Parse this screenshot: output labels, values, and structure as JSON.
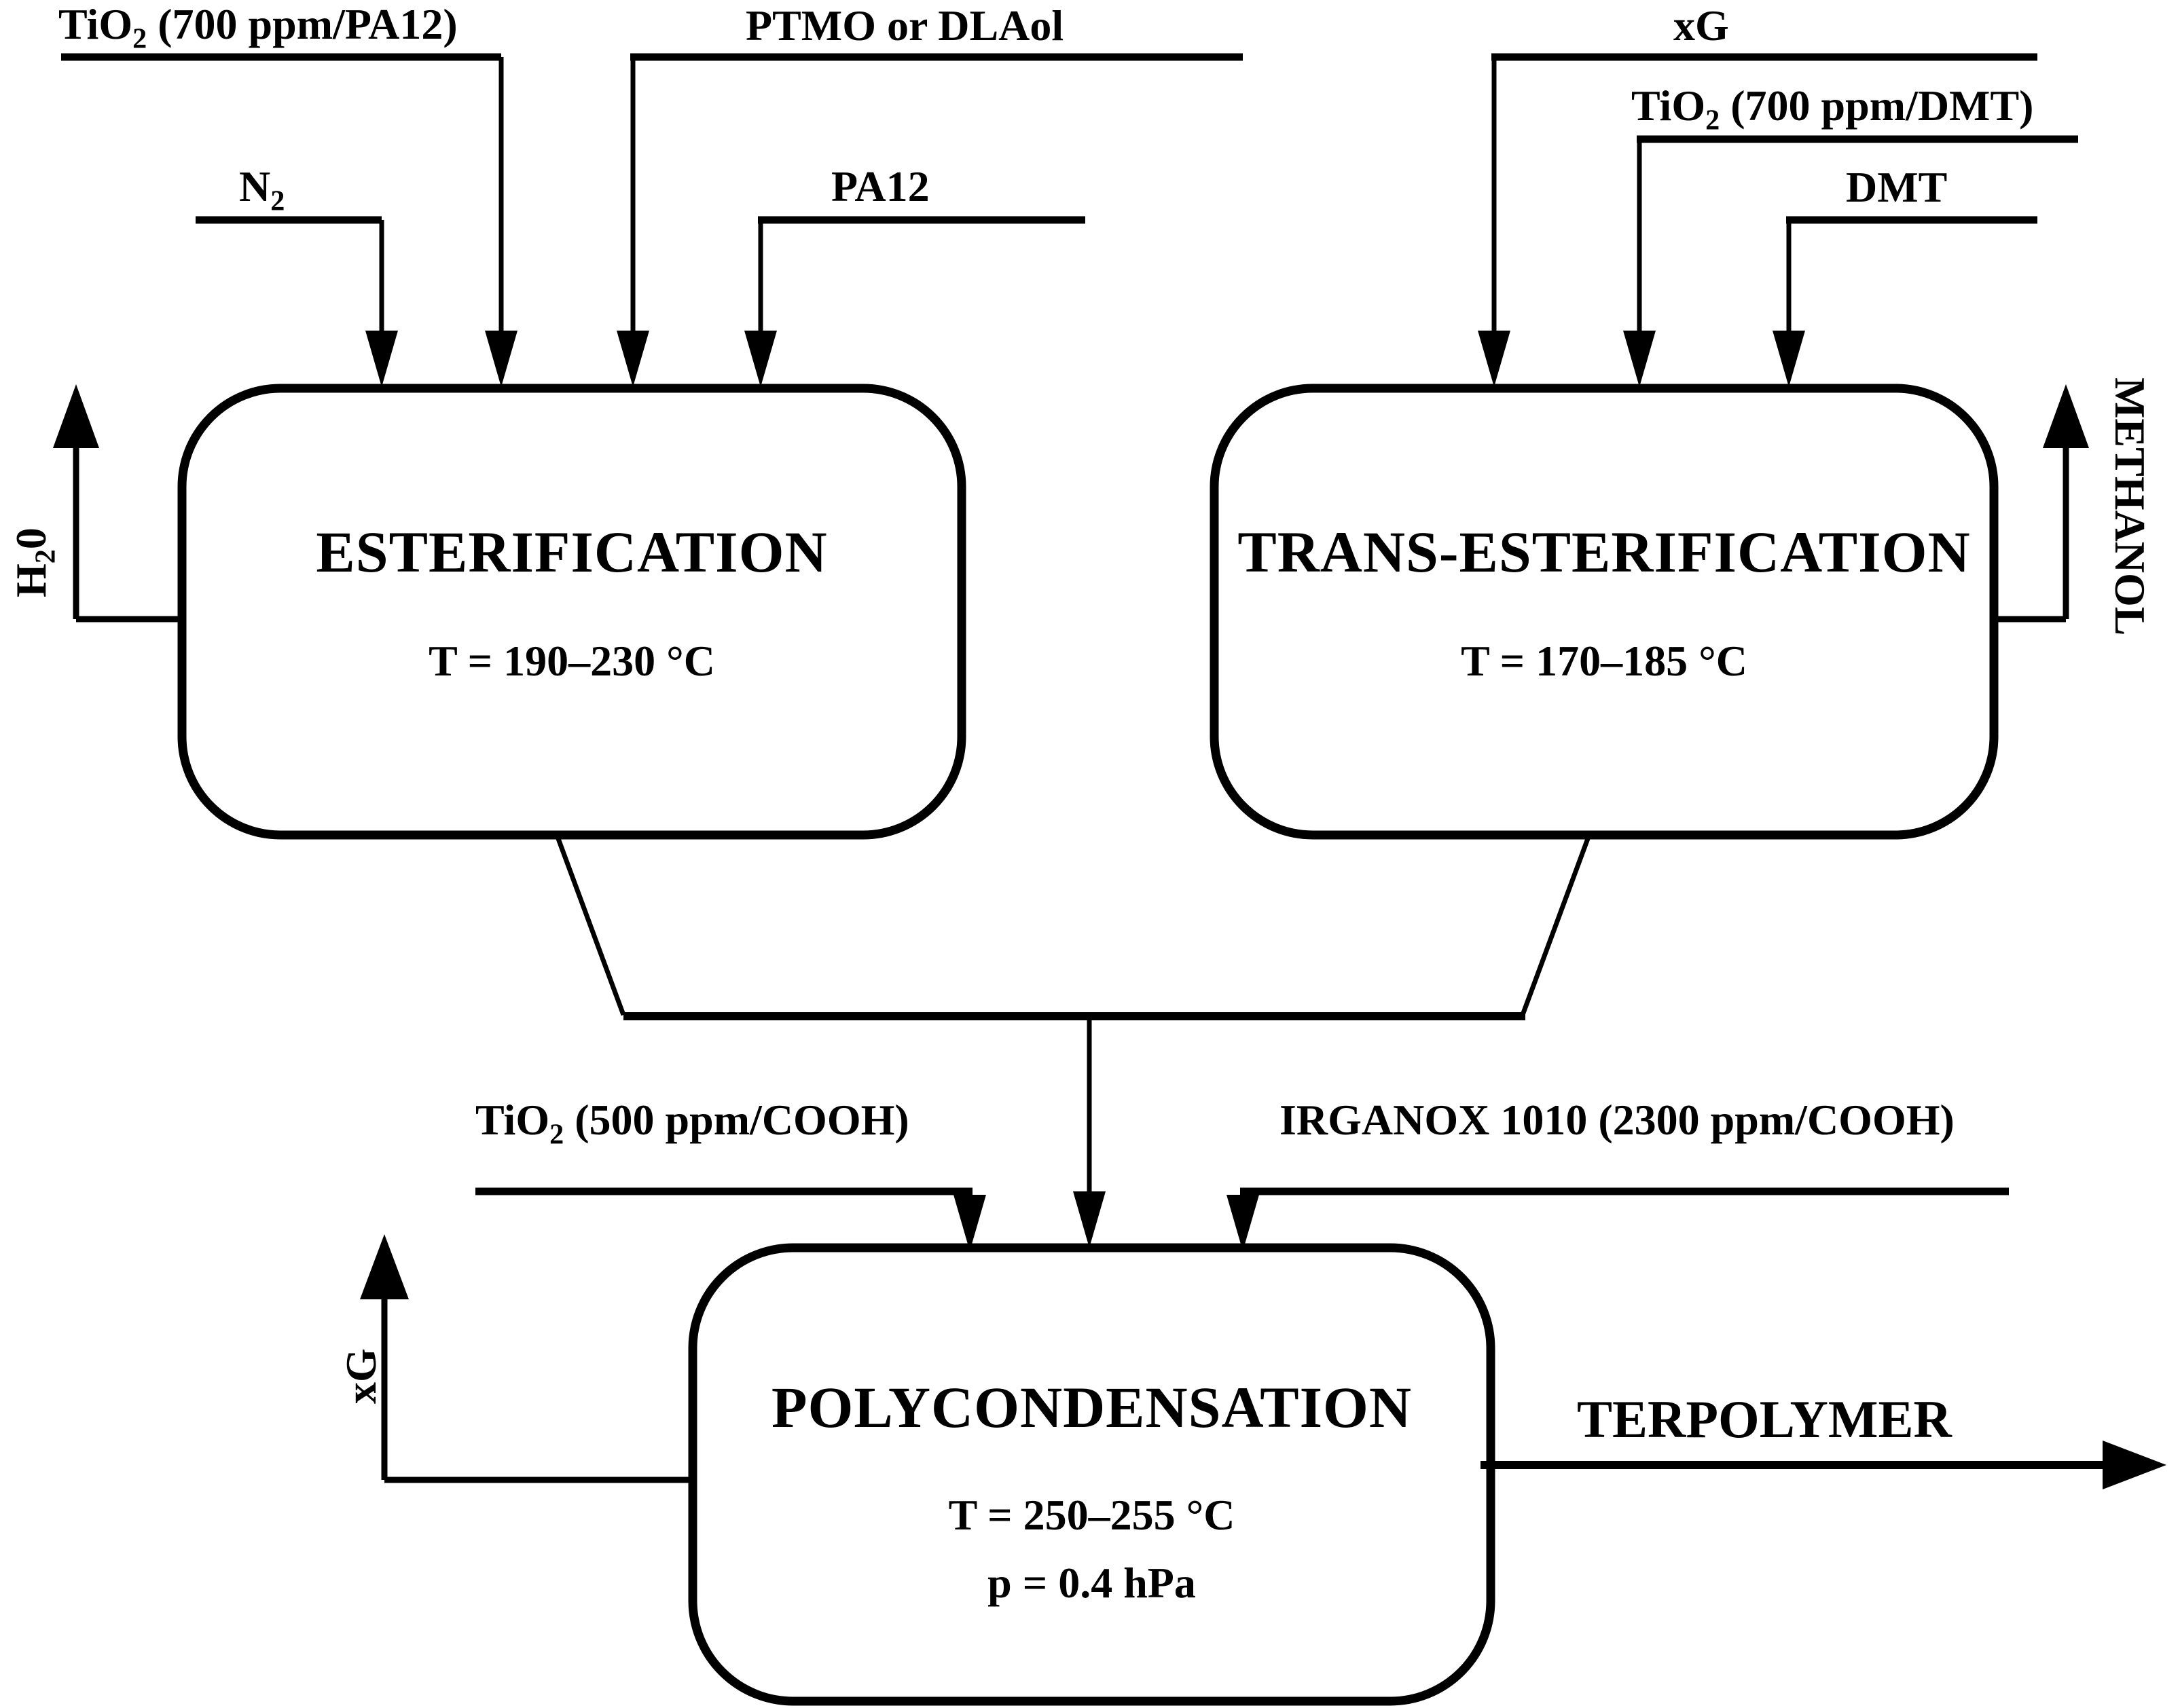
{
  "diagram": {
    "type": "process-flow-diagram",
    "title": "Terpolymer synthesis process flow",
    "colors": {
      "line": "#000000",
      "background": "#ffffff",
      "text": "#000000"
    },
    "units": {
      "temperature": "°C",
      "pressure": "hPa",
      "concentration": "ppm"
    }
  },
  "feeds": {
    "esterification": [
      {
        "id": "tio2-pa12",
        "text_main": "TiO",
        "text_sub": "2",
        "text_rest": " (700 ppm/PA12)",
        "full": "TiO2 (700 ppm/PA12)"
      },
      {
        "id": "n2",
        "text_main": "N",
        "text_sub": "2",
        "text_rest": "",
        "full": "N2"
      },
      {
        "id": "ptmo-dlaol",
        "text_main": "PTMO or DLAol",
        "text_sub": "",
        "text_rest": "",
        "full": "PTMO or DLAol"
      },
      {
        "id": "pa12",
        "text_main": "PA12",
        "text_sub": "",
        "text_rest": "",
        "full": "PA12"
      }
    ],
    "trans_esterification": [
      {
        "id": "xg",
        "text_main": "xG",
        "text_sub": "",
        "text_rest": "",
        "full": "xG"
      },
      {
        "id": "tio2-dmt",
        "text_main": "TiO",
        "text_sub": "2",
        "text_rest": "  (700 ppm/DMT)",
        "full": "TiO2 (700 ppm/DMT)"
      },
      {
        "id": "dmt",
        "text_main": "DMT",
        "text_sub": "",
        "text_rest": "",
        "full": "DMT"
      }
    ],
    "polycondensation": [
      {
        "id": "tio2-cooh",
        "text_main": "TiO",
        "text_sub": "2",
        "text_rest": "  (500 ppm/COOH)",
        "full": "TiO2 (500 ppm/COOH)"
      },
      {
        "id": "irganox",
        "text_main": "IRGANOX 1010 (2300 ppm/COOH)",
        "text_sub": "",
        "text_rest": "",
        "full": "IRGANOX 1010 (2300 ppm/COOH)"
      }
    ]
  },
  "reactors": [
    {
      "id": "esterification",
      "title": "ESTERIFICATION",
      "conditions": [
        "T = 190–230 °C"
      ],
      "temperature_range_c": [
        190,
        230
      ]
    },
    {
      "id": "trans-esterification",
      "title": "TRANS-ESTERIFICATION",
      "conditions": [
        "T = 170–185 °C"
      ],
      "temperature_range_c": [
        170,
        185
      ]
    },
    {
      "id": "polycondensation",
      "title": "POLYCONDENSATION",
      "conditions": [
        "T = 250–255 °C",
        "p = 0.4 hPa"
      ],
      "temperature_range_c": [
        250,
        255
      ],
      "pressure_hpa": 0.4
    }
  ],
  "outputs": {
    "water": {
      "main": "H",
      "sub": "2",
      "rest": "0",
      "full": "H20"
    },
    "methanol": {
      "full": "METHANOL"
    },
    "xg_vent": {
      "full": "xG"
    },
    "product": {
      "full": "TERPOLYMER"
    }
  }
}
